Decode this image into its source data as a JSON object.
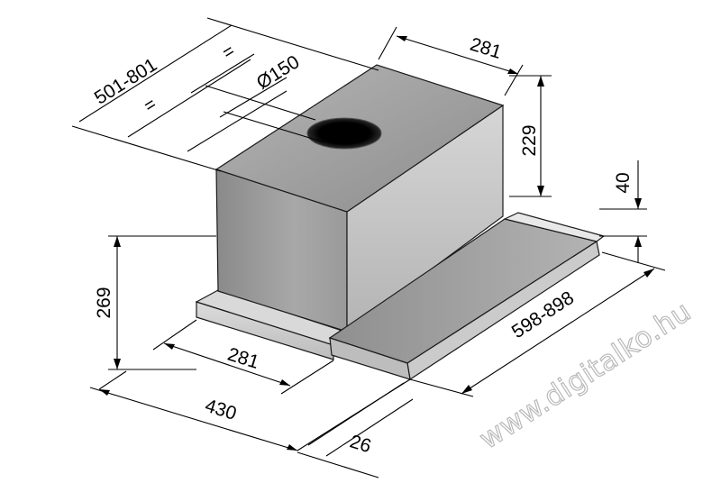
{
  "dimensions": {
    "duct_spacing_range": "501-801",
    "equal_top": "=",
    "equal_bottom": "=",
    "duct_diameter": "Ø150",
    "chimney_width": "281",
    "chimney_height": "229",
    "trim_height": "40",
    "overall_height": "269",
    "base_width": "281",
    "overall_depth": "430",
    "extension_range": "598-898",
    "slider_thickness": "26"
  },
  "watermark": "www.digitalko.hu",
  "colors": {
    "chimney_top": "#a5a5a5",
    "chimney_side_left": "#8e8e8e",
    "chimney_side_right": "#bdbdbd",
    "base_plate": "#cfcfcf",
    "slider_tray": "#9a9a9a",
    "slider_front": "#c8c8c8",
    "duct_hole": "#000000"
  }
}
